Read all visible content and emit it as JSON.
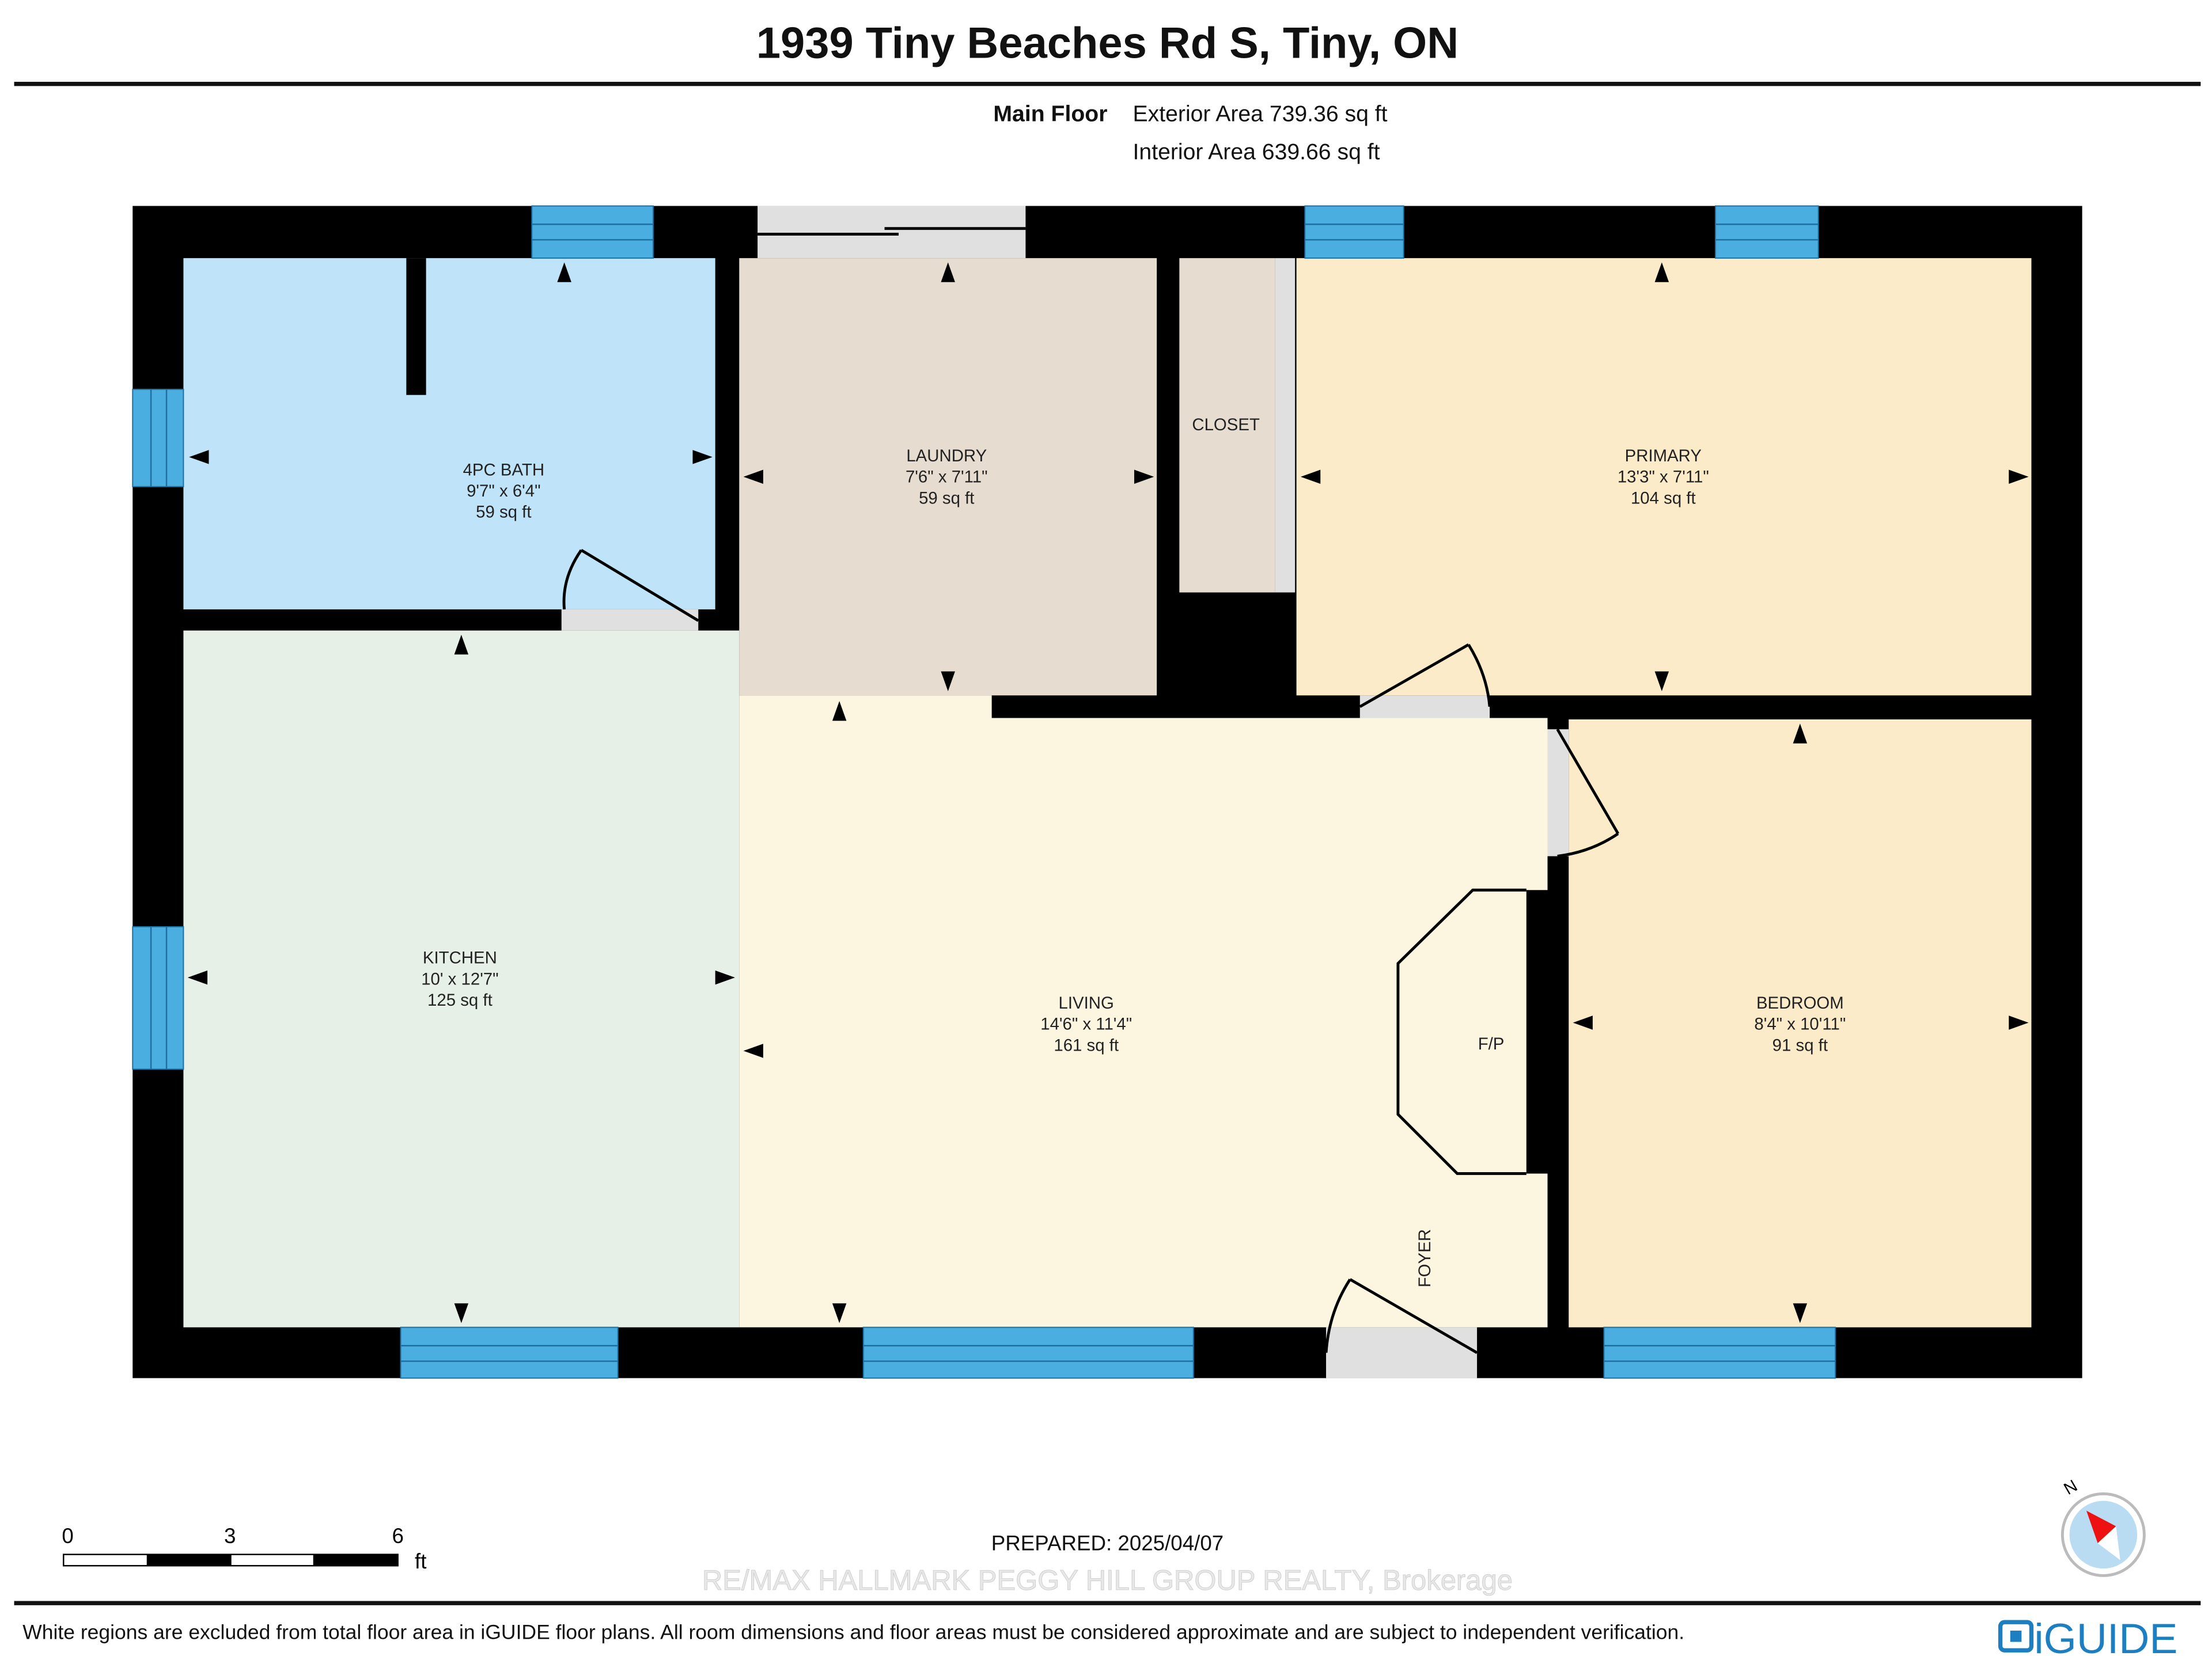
{
  "title": "1939 Tiny Beaches Rd S, Tiny, ON",
  "floor": {
    "name": "Main Floor",
    "exterior_area": "Exterior Area 739.36 sq ft",
    "interior_area": "Interior Area 639.66 sq ft"
  },
  "rooms": [
    {
      "name": "4PC BATH",
      "dims": "9'7\" x 6'4\"",
      "area": "59 sq ft",
      "color": "#bfe3f8"
    },
    {
      "name": "LAUNDRY",
      "dims": "7'6\" x 7'11\"",
      "area": "59 sq ft",
      "color": "#e6ddd0"
    },
    {
      "name": "CLOSET",
      "color": "#e6ddd0"
    },
    {
      "name": "PRIMARY",
      "dims": "13'3\" x 7'11\"",
      "area": "104 sq ft",
      "color": "#fcebc8"
    },
    {
      "name": "KITCHEN",
      "dims": "10' x 12'7\"",
      "area": "125 sq ft",
      "color": "#e6f0e6"
    },
    {
      "name": "LIVING",
      "dims": "14'6\" x 11'4\"",
      "area": "161 sq ft",
      "color": "#fcf6e0"
    },
    {
      "name": "BEDROOM",
      "dims": "8'4\" x 10'11\"",
      "area": "91 sq ft",
      "color": "#fcebc8"
    }
  ],
  "labels": {
    "fireplace": "F/P",
    "foyer": "FOYER"
  },
  "scale": {
    "ticks": [
      "0",
      "3",
      "6"
    ],
    "unit": "ft"
  },
  "prepared": "PREPARED: 2025/04/07",
  "watermark": "RE/MAX HALLMARK PEGGY HILL GROUP REALTY, Brokerage",
  "compass_label": "N",
  "disclaimer": "White regions are excluded from total floor area in iGUIDE floor plans. All room dimensions and floor areas must be considered approximate and are subject to independent verification.",
  "logo": "iGUIDE",
  "colors": {
    "window": "#4aaee0",
    "wall": "#000000",
    "door": "#e0e0e0",
    "brand": "#1b7fc1"
  }
}
